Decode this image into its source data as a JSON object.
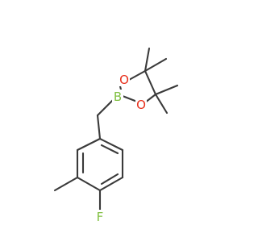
{
  "molecule": {
    "atoms": {
      "boron": {
        "symbol": "B",
        "color": "#7fbf3f"
      },
      "oxygen_upper": {
        "symbol": "O",
        "color": "#e8301c"
      },
      "oxygen_lower": {
        "symbol": "O",
        "color": "#e8301c"
      },
      "fluorine": {
        "symbol": "F",
        "color": "#7fbf3f"
      }
    },
    "bond_color": "#3a3a3a"
  }
}
